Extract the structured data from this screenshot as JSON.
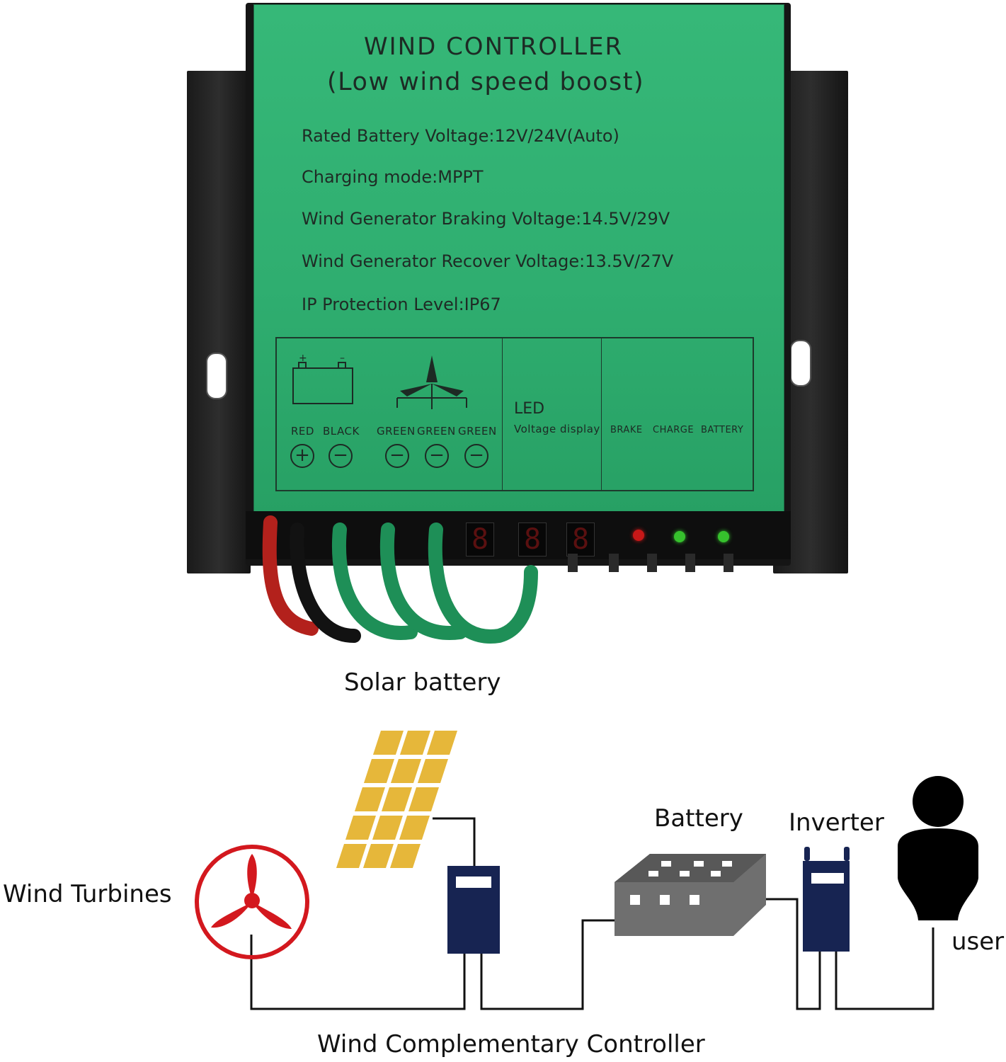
{
  "controller": {
    "title_line1": "WIND CONTROLLER",
    "title_line2": "(Low wind speed  boost)",
    "specs": [
      "Rated Battery Voltage:12V/24V(Auto)",
      "Charging mode:MPPT",
      "Wind Generator Braking Voltage:14.5V/29V",
      "Wind Generator Recover Voltage:13.5V/27V",
      "IP Protection Level:IP67"
    ],
    "wire_labels": {
      "red": "RED",
      "black": "BLACK",
      "green1": "GREEN",
      "green2": "GREEN",
      "green3": "GREEN"
    },
    "led_title": "LED",
    "led_subtitle": "Voltage display",
    "indicators": {
      "brake": "BRAKE",
      "charge": "CHARGE",
      "battery": "BATTERY"
    },
    "display_digits": [
      "8",
      "8",
      "8"
    ],
    "colors": {
      "panel_green": "#2fae70",
      "wire_red": "#b3211c",
      "wire_black": "#121212",
      "wire_green": "#1e8f57",
      "led_red": "#c81818",
      "led_green": "#36c12d"
    }
  },
  "diagram": {
    "solar_battery": "Solar battery",
    "wind_turbines": "Wind Turbines",
    "battery": "Battery",
    "inverter": "Inverter",
    "user": "user",
    "controller": "Wind Complementary Controller",
    "colors": {
      "turbine_red": "#d3181e",
      "solar_yellow": "#e6b73a",
      "device_navy": "#172452",
      "battery_gray": "#6f6f6f",
      "line": "#111111"
    },
    "icons": [
      "wind-turbine-icon",
      "solar-panel-icon",
      "controller-icon",
      "battery-icon",
      "inverter-icon",
      "user-icon"
    ]
  }
}
